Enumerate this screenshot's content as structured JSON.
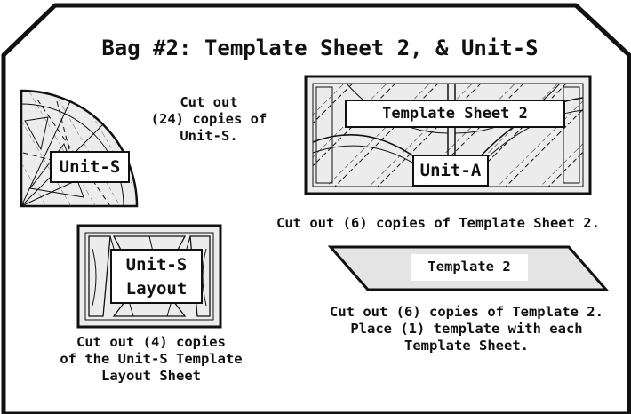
{
  "title": "Bag #2: Template Sheet 2, & Unit-S",
  "unit_s": {
    "label": "Unit-S",
    "caption": [
      "Cut out",
      "(24) copies of",
      "Unit-S."
    ]
  },
  "template_sheet_2": {
    "label": "Template Sheet 2",
    "inner_label": "Unit-A",
    "caption": "Cut out (6) copies of Template Sheet 2."
  },
  "template_2": {
    "label": "Template 2",
    "caption": [
      "Cut out (6) copies of Template 2.",
      "Place (1) template with each",
      "Template Sheet."
    ]
  },
  "layout_sheet": {
    "label": [
      "Unit-S",
      "Layout"
    ],
    "caption": [
      "Cut out (4) copies",
      "of the Unit-S Template",
      "Layout Sheet"
    ]
  },
  "colors": {
    "ink": "#111111",
    "panel_fill": "#ececec",
    "background": "#ffffff"
  }
}
